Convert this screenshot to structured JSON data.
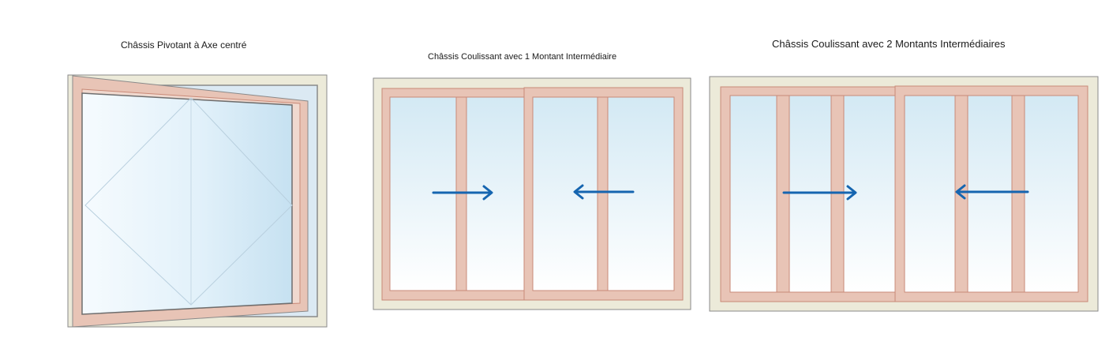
{
  "diagrams": [
    {
      "caption": "Châssis Pivotant à Axe centré",
      "type": "pivoting-window"
    },
    {
      "caption": "Châssis Coulissant avec 1 Montant Intermédiaire",
      "type": "sliding-window",
      "intermediate_mullions_per_leaf": 1,
      "arrows": [
        "right",
        "left"
      ]
    },
    {
      "caption": "Châssis Coulissant avec 2 Montants Intermédiaires",
      "type": "sliding-window",
      "intermediate_mullions_per_leaf": 2,
      "arrows": [
        "right",
        "left"
      ]
    }
  ],
  "colors": {
    "outer_frame_fill": "#ecead9",
    "outer_frame_stroke": "#8a8a8a",
    "sash_fill": "#e8c4b6",
    "sash_stroke": "#c98a78",
    "glass_top": "#d3e9f4",
    "glass_bottom": "#ffffff",
    "arrow": "#1565b0"
  }
}
